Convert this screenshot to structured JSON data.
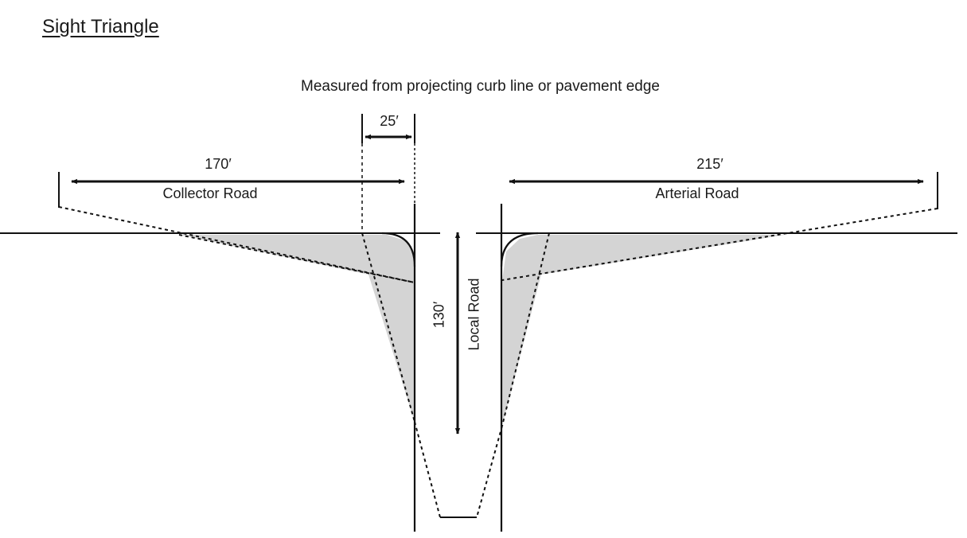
{
  "title": "Sight Triangle",
  "subtitle": "Measured from projecting curb line or pavement edge",
  "dimensions": {
    "setback": "25′",
    "left_sight": "170′",
    "right_sight": "215′",
    "local_length": "130′"
  },
  "roads": {
    "left": "Collector Road",
    "right": "Arterial Road",
    "local": "Local Road"
  },
  "colors": {
    "shade": "#d4d4d4",
    "line": "#111111"
  }
}
